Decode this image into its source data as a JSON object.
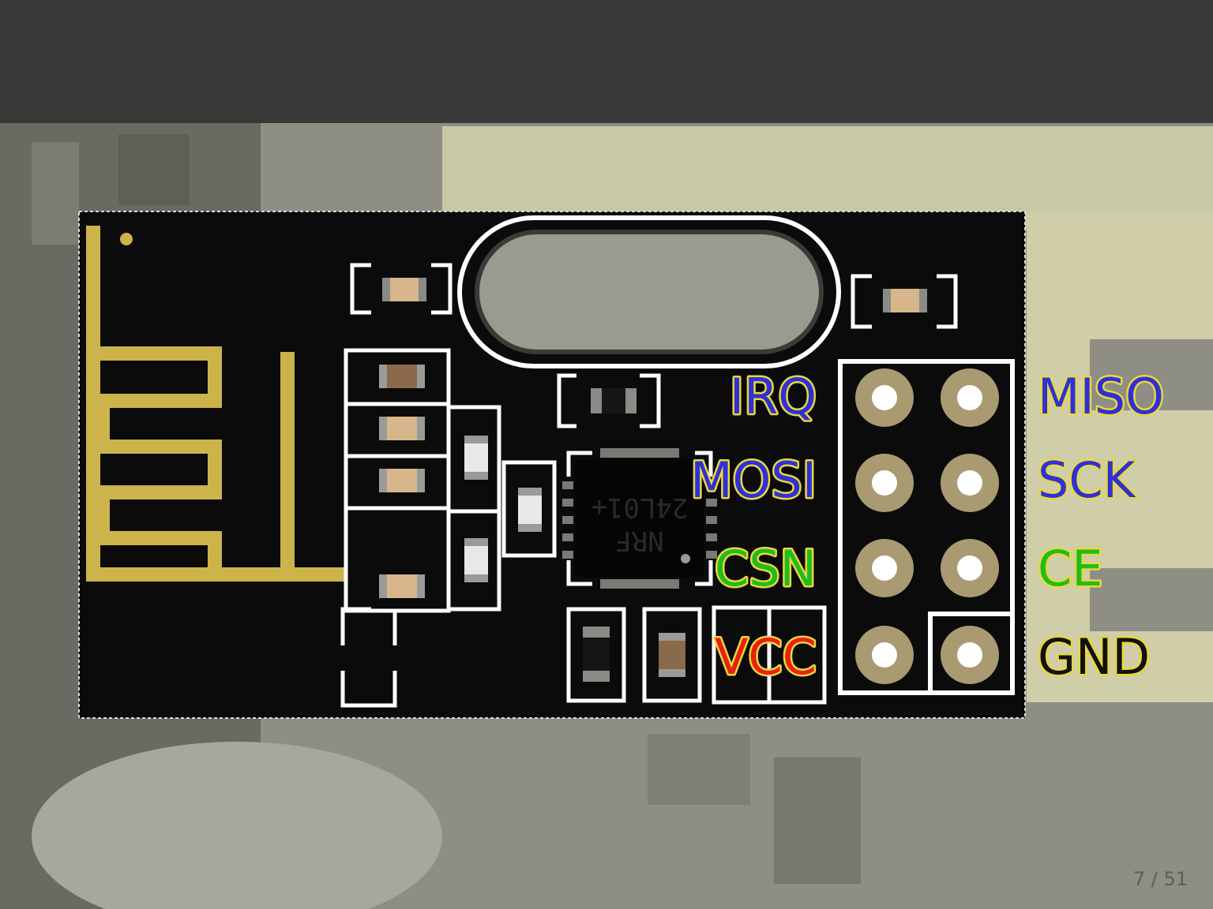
{
  "chip_marking": [
    "NRF",
    "24L01+"
  ],
  "pins": {
    "left": [
      {
        "label": "IRQ",
        "fill": "#3030d8",
        "outline": "#e8d83a"
      },
      {
        "label": "MOSI",
        "fill": "#3030d8",
        "outline": "#e8d83a"
      },
      {
        "label": "CSN",
        "fill": "#22bb22",
        "outline": "#e8d83a"
      },
      {
        "label": "VCC",
        "fill": "#e82010",
        "outline": "#e8d83a"
      }
    ],
    "right": [
      {
        "label": "MISO",
        "fill": "#3030d8",
        "outline": "#e8d83a"
      },
      {
        "label": "SCK",
        "fill": "#3030d8",
        "outline": "#e8d83a"
      },
      {
        "label": "CE",
        "fill": "#22bb22",
        "outline": "#e8d83a"
      },
      {
        "label": "GND",
        "fill": "#111111",
        "outline": "#e8d83a"
      }
    ]
  },
  "page_number": "7 / 51",
  "colors": {
    "board": "#0b0b0b",
    "antenna_trace": "#cdb44a",
    "silkscreen": "#ffffff",
    "pad_gold": "#a99a72",
    "crystal": "#9a9a90",
    "component_tan": "#d6b68a"
  }
}
